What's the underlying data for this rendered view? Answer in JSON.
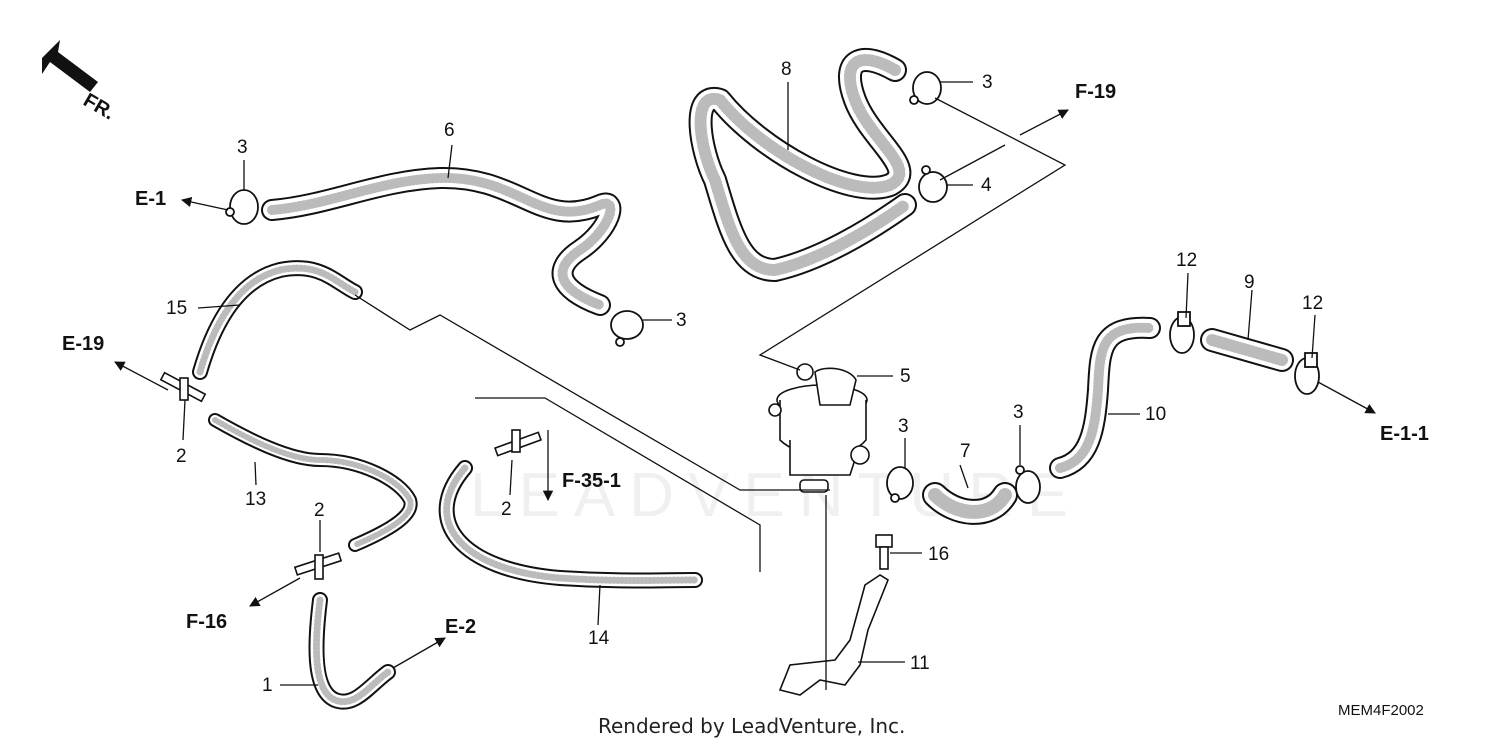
{
  "orientation": {
    "label": "FR."
  },
  "watermark": {
    "text": "LEADVENTURE"
  },
  "footer": {
    "credit": "Rendered by LeadVenture, Inc.",
    "diagram_code": "MEM4F2002"
  },
  "references": {
    "e1": "E-1",
    "e19": "E-19",
    "f19": "F-19",
    "f35_1": "F-35-1",
    "f16": "F-16",
    "e2": "E-2",
    "e1_1": "E-1-1"
  },
  "callouts": {
    "p1": "1",
    "p2a": "2",
    "p2b": "2",
    "p2c": "2",
    "p3a": "3",
    "p3b": "3",
    "p3c": "3",
    "p3d": "3",
    "p3e": "3",
    "p4": "4",
    "p5": "5",
    "p6": "6",
    "p7": "7",
    "p8": "8",
    "p9": "9",
    "p10": "10",
    "p11": "11",
    "p12a": "12",
    "p12b": "12",
    "p13": "13",
    "p14": "14",
    "p15": "15",
    "p16": "16"
  }
}
